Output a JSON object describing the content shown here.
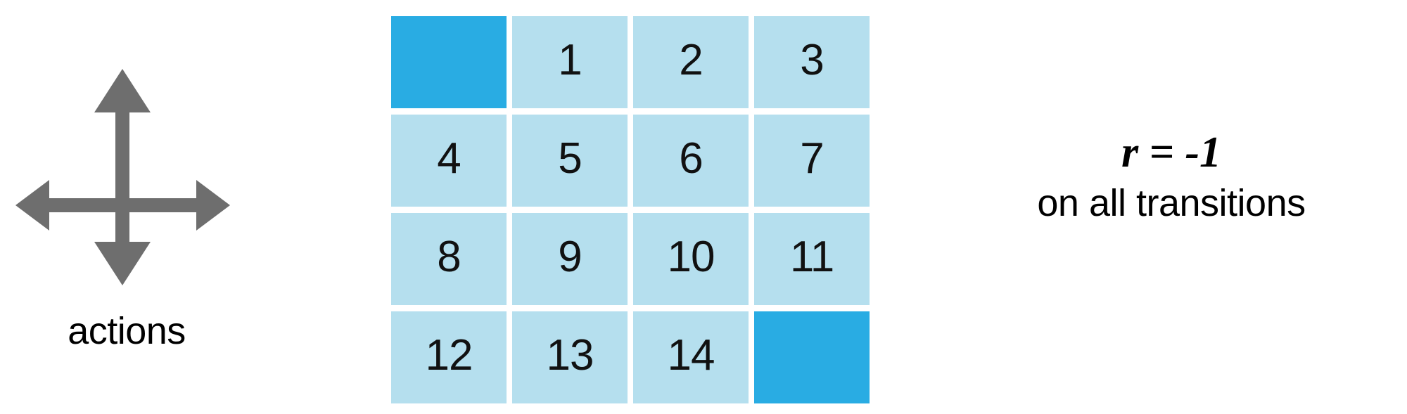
{
  "colors": {
    "terminal_cell": "#29ace3",
    "normal_cell": "#b5dfee",
    "arrow_gray": "#6e6e6e",
    "text": "#000000",
    "background": "#ffffff"
  },
  "actions": {
    "label": "actions",
    "icon": "four-way-arrow-cross-icon",
    "directions": [
      "up",
      "right",
      "down",
      "left"
    ]
  },
  "gridworld": {
    "rows": 4,
    "columns": 4,
    "cells": [
      {
        "label": "",
        "terminal": true,
        "name": "grid-cell-terminal-top-left"
      },
      {
        "label": "1",
        "terminal": false,
        "name": "grid-cell-1"
      },
      {
        "label": "2",
        "terminal": false,
        "name": "grid-cell-2"
      },
      {
        "label": "3",
        "terminal": false,
        "name": "grid-cell-3"
      },
      {
        "label": "4",
        "terminal": false,
        "name": "grid-cell-4"
      },
      {
        "label": "5",
        "terminal": false,
        "name": "grid-cell-5"
      },
      {
        "label": "6",
        "terminal": false,
        "name": "grid-cell-6"
      },
      {
        "label": "7",
        "terminal": false,
        "name": "grid-cell-7"
      },
      {
        "label": "8",
        "terminal": false,
        "name": "grid-cell-8"
      },
      {
        "label": "9",
        "terminal": false,
        "name": "grid-cell-9"
      },
      {
        "label": "10",
        "terminal": false,
        "name": "grid-cell-10"
      },
      {
        "label": "11",
        "terminal": false,
        "name": "grid-cell-11"
      },
      {
        "label": "12",
        "terminal": false,
        "name": "grid-cell-12"
      },
      {
        "label": "13",
        "terminal": false,
        "name": "grid-cell-13"
      },
      {
        "label": "14",
        "terminal": false,
        "name": "grid-cell-14"
      },
      {
        "label": "",
        "terminal": true,
        "name": "grid-cell-terminal-bottom-right"
      }
    ]
  },
  "reward": {
    "formula": "r = -1",
    "caption": "on all transitions"
  }
}
